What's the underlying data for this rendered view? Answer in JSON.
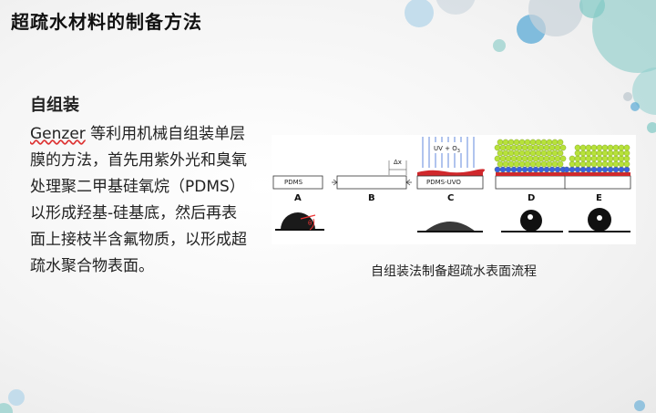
{
  "slide": {
    "title": "超疏水材料的制备方法",
    "section_heading": "自组装",
    "body_name": "Genzer",
    "body_text": " 等利用机械自组装单层膜的方法，首先用紫外光和臭氧处理聚二甲基硅氧烷（PDMS）以形成羟基-硅基底，然后再表面上接枝半含氟物质，以形成超疏水聚合物表面。",
    "figure_caption": "自组装法制备超疏水表面流程"
  },
  "figure": {
    "panel_letters": [
      "A",
      "B",
      "C",
      "D",
      "E"
    ],
    "strip_labels": {
      "a": "PDMS",
      "c": "PDMS-UVO"
    },
    "uv_label": "UV + O",
    "uv_sub": "3",
    "dx_label": "Δx",
    "theta_label": "θ"
  },
  "colors": {
    "accent_red": "#d0282c",
    "bubble_teal": "#7fc9c4",
    "bubble_blue": "#5aa9d6",
    "sphere_green": "#b7e23a",
    "sphere_blue": "#3a5fe0"
  }
}
